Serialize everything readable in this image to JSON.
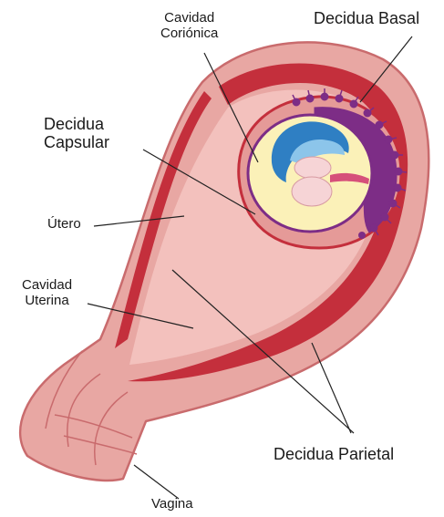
{
  "labels": {
    "cavidad_corionica": [
      "Cavidad",
      "Coriónica"
    ],
    "decidua_basal": "Decidua Basal",
    "decidua_capsular": [
      "Decidua",
      "Capsular"
    ],
    "utero": "Útero",
    "cavidad_uterina": [
      "Cavidad",
      "Uterina"
    ],
    "decidua_parietal": "Decidua Parietal",
    "vagina": "Vagina"
  },
  "colors": {
    "uterus_wall": "#e8a7a3",
    "uterus_outline": "#c96b6d",
    "decidua_red": "#c42f3c",
    "cavity_pink": "#f3c1bd",
    "villi_purple": "#7d2d86",
    "chorion_yellow": "#fbf1b8",
    "amnion_blue": "#2f7fc3",
    "embryo_pink": "#f6d4d6"
  }
}
